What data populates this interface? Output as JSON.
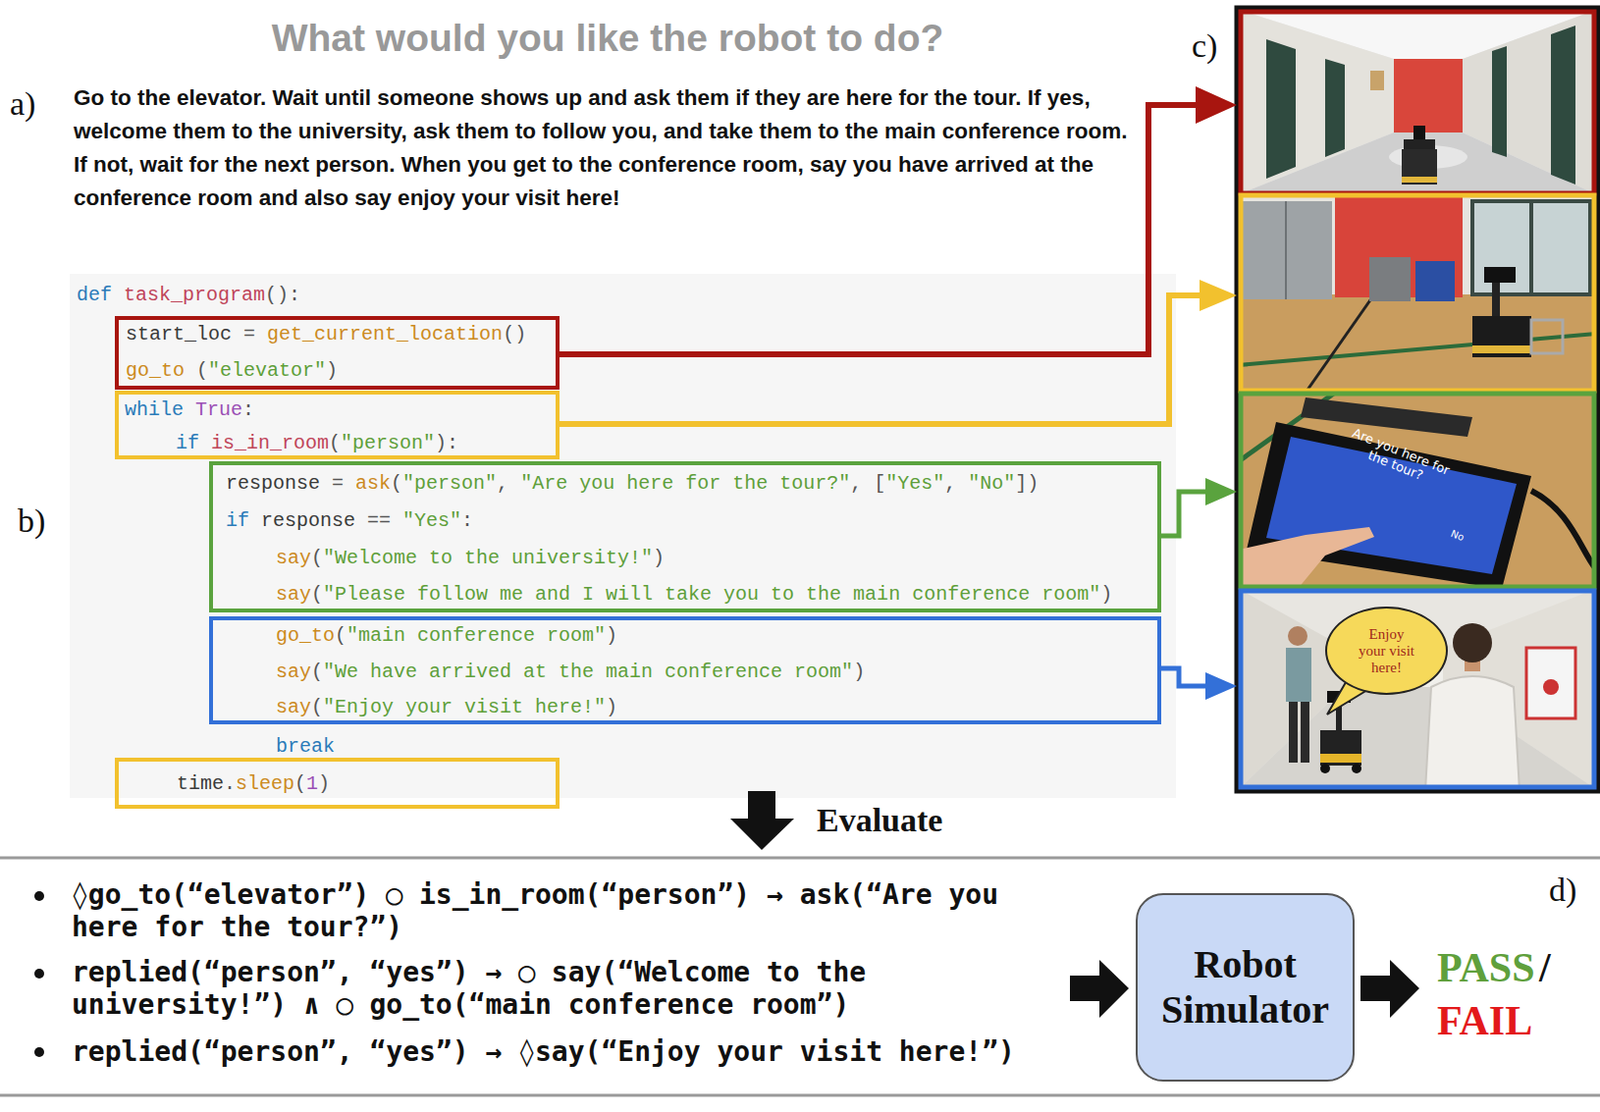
{
  "diagram": {
    "title": "What would you like the robot to do?",
    "nodes": [
      {
        "text": [
          "def task_program():",
          "break"
        ]
      },
      {
        "text": [
          "start_loc = get_current_location()",
          "go_to (\"elevator\")"
        ],
        "in": 0
      },
      {
        "text": [
          "while True:",
          "if is_in_room(\"person\"):"
        ],
        "in": 0
      },
      {
        "text": [
          "response = ask(\"person\", \"Are you here for the tour?\", [\"Yes\", \"No\"])",
          "if response == \"Yes\":",
          "say(\"Welcome to the university!\")",
          "say(\"Please follow me and I will take you to the main conference room\")"
        ],
        "in": 0
      },
      {
        "text": [
          "go_to(\"main conference room\")",
          "say(\"We have arrived at the main conference room\")",
          "say(\"Enjoy your visit here!\")"
        ],
        "in": 0
      },
      {
        "text": [
          "time.sleep(1)"
        ],
        "in": 0
      },
      {
        "text": [
          "Enjoy your visit here!"
        ]
      },
      {
        "text": [
          "Robot Simulator"
        ]
      }
    ],
    "labels": [
      "a)",
      "Go to the elevator. Wait until someone shows up and ask them if they are here for the tour. If yes, welcome them to the university, ask them to follow you, and take them to the main conference room. If not, wait for the next person. When you get to the conference room, say you have arrived at the conference room and also say enjoy your visit here!",
      "b)",
      "c)",
      "Are you here for the tour?",
      "No",
      "Evaluate",
      "d)",
      "◊go_to(“elevator”) ◯ is_in_room(“person”) → ask(“Are you here for the tour?”)",
      "replied(“person”, “yes”) → ◯ say(“Welcome to the university!”) ∧ ◯ go_to(“main conference room”)",
      "replied(“person”, “yes”) → ◊say(“Enjoy your visit here!”)",
      "PASS",
      "/",
      "FAIL"
    ]
  }
}
